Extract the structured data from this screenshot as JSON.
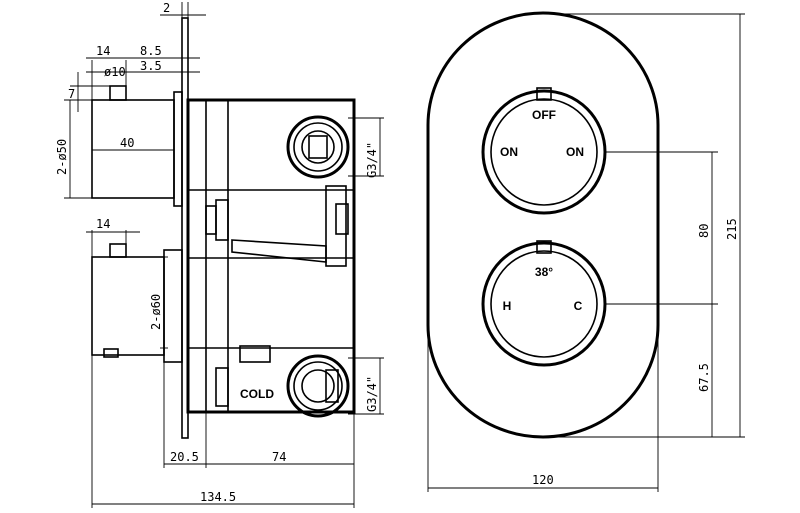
{
  "side_view": {
    "dimensions": {
      "plate_thickness": "2",
      "offset_top": "14",
      "offset_mid": "8.5",
      "diameter_small": "ø10",
      "offset_small": "3.5",
      "height_small": "7",
      "diameter_upper": "2-ø50",
      "length_upper": "40",
      "offset_lower": "14",
      "diameter_lower": "2-ø60",
      "thread_top": "G3/4\"",
      "thread_bottom": "G3/4\"",
      "depth_front": "20.5",
      "depth_body": "74",
      "depth_total": "134.5"
    },
    "labels": {
      "cold": "COLD"
    }
  },
  "front_view": {
    "knob_top": {
      "top_label": "OFF",
      "left_label": "ON",
      "right_label": "ON"
    },
    "knob_bottom": {
      "top_label": "38°",
      "left_label": "H",
      "right_label": "C"
    },
    "dimensions": {
      "knob_spacing": "80",
      "knob_to_bottom": "67.5",
      "height": "215",
      "width": "120"
    }
  }
}
